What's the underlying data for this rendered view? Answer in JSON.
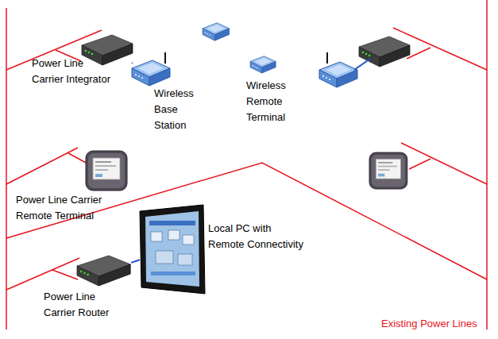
{
  "diagram": {
    "nodes": [
      {
        "text": [
          "Power Line Carrier Integrator"
        ]
      },
      {
        "text": [
          "Wireless Base Station"
        ]
      },
      {
        "text": [
          "Wireless Remote Terminal"
        ]
      },
      {
        "text": [
          "Power Line Carrier Remote Terminal"
        ]
      },
      {
        "text": [
          "Local PC with Remote Connectivity"
        ]
      },
      {
        "text": [
          "Power Line Carrier Router"
        ]
      }
    ],
    "edges": [
      {
        "from": 0,
        "to": 1,
        "arrow": "none"
      },
      {
        "from": 5,
        "to": 4,
        "arrow": "none"
      }
    ],
    "labels": [
      "Existing Power Lines"
    ]
  }
}
